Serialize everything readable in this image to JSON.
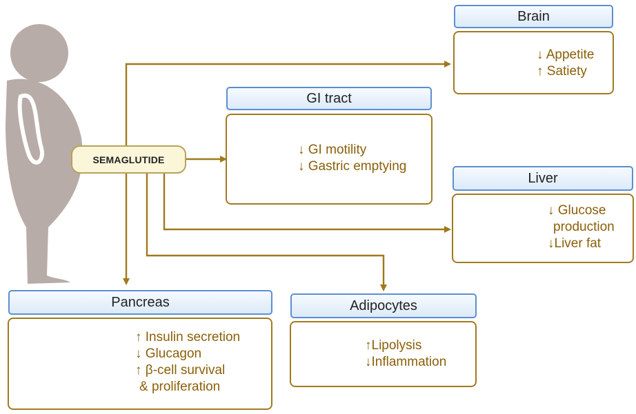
{
  "drug": "SEMAGLUTIDE",
  "organs": {
    "brain": {
      "title": "Brain",
      "effects": [
        "↓ Appetite",
        "↑ Satiety"
      ]
    },
    "gi": {
      "title": "GI tract",
      "effects": [
        "↓ GI motility",
        "↓ Gastric emptying"
      ]
    },
    "liver": {
      "title": "Liver",
      "effects": [
        "↓ Glucose",
        "production",
        "↓Liver fat"
      ]
    },
    "pancreas": {
      "title": "Pancreas",
      "effects": [
        "↑ Insulin secretion",
        "↓ Glucagon",
        "↑ β-cell survival",
        "& proliferation"
      ]
    },
    "adipocytes": {
      "title": "Adipocytes",
      "effects": [
        "↑Lipolysis",
        "↓Inflammation"
      ]
    }
  },
  "colors": {
    "arrow": "#a0781a",
    "card_border": "#a07a1e",
    "header_border": "#5b8fd0",
    "effect_text": "#8a5f08",
    "body_silhouette": "#b7aca7"
  }
}
